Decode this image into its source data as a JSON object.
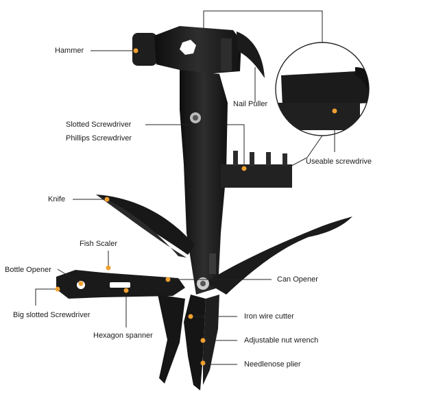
{
  "labels": {
    "hammer": "Hammer",
    "nail_puller": "Nail Puller",
    "slotted_screwdriver": "Slotted Screwdriver",
    "phillips_screwdriver": "Phillips Screwdriver",
    "useable_screwdriver": "Useable screwdrive",
    "knife": "Knife",
    "fish_scaler": "Fish Scaler",
    "bottle_opener": "Bottle Opener",
    "can_opener": "Can Opener",
    "big_slotted_screwdriver": "Big slotted Screwdriver",
    "iron_wire_cutter": "Iron wire cutter",
    "hexagon_spanner": "Hexagon spanner",
    "adjustable_nut_wrench": "Adjustable nut wrench",
    "needlenose_plier": "Needlenose plier"
  },
  "colors": {
    "tool_body": "#1b1b1b",
    "tool_highlight": "#3a3a3a",
    "marker_dot": "#f0a030",
    "leader_line": "#222222"
  }
}
